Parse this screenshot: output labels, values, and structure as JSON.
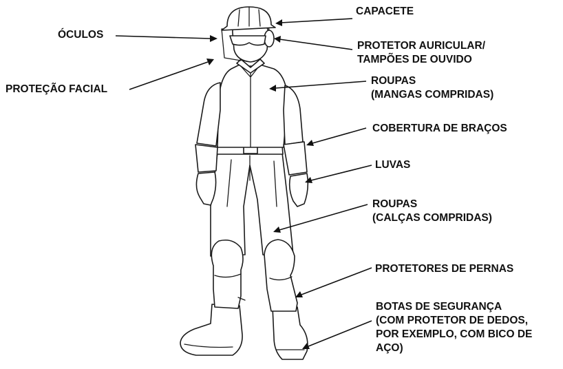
{
  "labels": {
    "capacete": [
      "CAPACETE"
    ],
    "oculos": [
      "ÓCULOS"
    ],
    "protetor_auricular": [
      "PROTETOR AURICULAR/",
      "TAMPÕES DE OUVIDO"
    ],
    "protecao_facial": [
      "PROTEÇÃO FACIAL"
    ],
    "roupas_mangas": [
      "ROUPAS",
      "(MANGAS COMPRIDAS)"
    ],
    "cobertura_bracos": [
      "COBERTURA DE BRAÇOS"
    ],
    "luvas": [
      "LUVAS"
    ],
    "roupas_calcas": [
      "ROUPAS",
      "(CALÇAS COMPRIDAS)"
    ],
    "protetores_pernas": [
      "PROTETORES DE PERNAS"
    ],
    "botas": [
      "BOTAS DE SEGURANÇA",
      "(COM PROTETOR DE DEDOS,",
      "POR EXEMPLO, COM BICO DE",
      "AÇO)"
    ]
  },
  "colors": {
    "ink": "#111111",
    "background": "#ffffff"
  }
}
